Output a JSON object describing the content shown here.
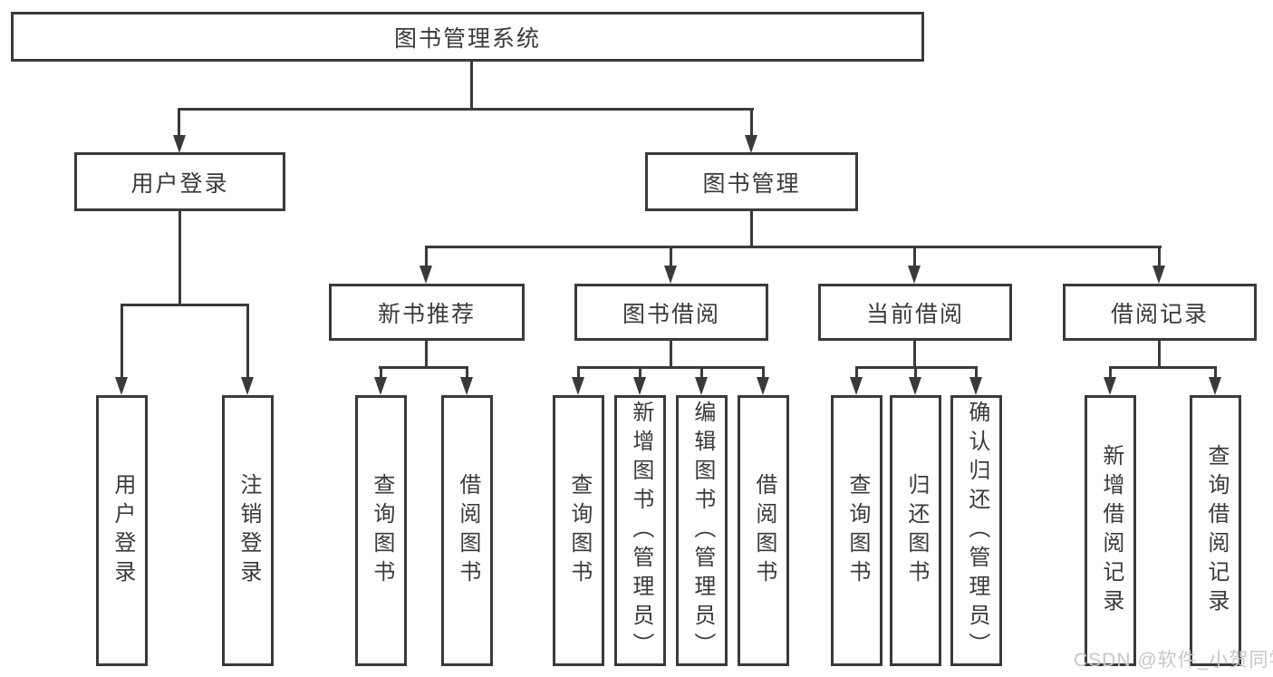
{
  "tree": {
    "label": "图书管理系统",
    "children": [
      {
        "label": "用户登录",
        "children": [
          {
            "label": "用户登录"
          },
          {
            "label": "注销登录"
          }
        ]
      },
      {
        "label": "图书管理",
        "children": [
          {
            "label": "新书推荐",
            "children": [
              {
                "label": "查询图书"
              },
              {
                "label": "借阅图书"
              }
            ]
          },
          {
            "label": "图书借阅",
            "children": [
              {
                "label": "查询图书"
              },
              {
                "label": "新增图书（管理员）"
              },
              {
                "label": "编辑图书（管理员）"
              },
              {
                "label": "借阅图书"
              }
            ]
          },
          {
            "label": "当前借阅",
            "children": [
              {
                "label": "查询图书"
              },
              {
                "label": "归还图书"
              },
              {
                "label": "确认归还（管理员）"
              }
            ]
          },
          {
            "label": "借阅记录",
            "children": [
              {
                "label": "新增借阅记录"
              },
              {
                "label": "查询借阅记录"
              }
            ]
          }
        ]
      }
    ]
  },
  "watermark": {
    "text": "CSDN @软件_小贺同学"
  },
  "colors": {
    "line": "#3a3a3a",
    "text": "#3a3a3a",
    "watermark": "#c7c7c7",
    "background": "#ffffff"
  }
}
